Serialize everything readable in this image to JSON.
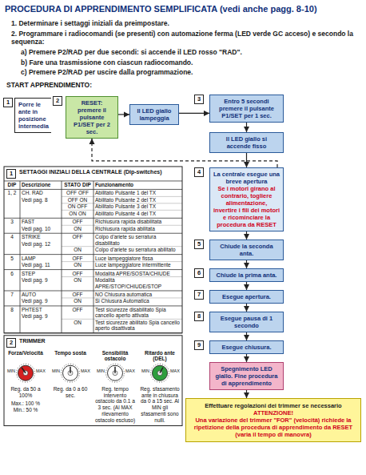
{
  "diagram": {
    "title": "PROCEDURA DI APPRENDIMENTO SEMPLIFICATA (vedi anche pagg. 8-10)",
    "nodes": [
      {
        "text": [
          "1",
          "Porre le ante in posizione intermedia"
        ]
      },
      {
        "text": [
          "2",
          "RESET: premere il pulsante P1/SET per 2 sec."
        ]
      },
      {
        "text": [
          "Il LED giallo lampeggia"
        ]
      },
      {
        "text": [
          "3",
          "Entro 5 secondi premere il pulsante P1/SET per 1 sec."
        ]
      },
      {
        "text": [
          "Il LED giallo si accende fisso"
        ]
      },
      {
        "text": [
          "4",
          "La centrale esegue una breve apertura",
          "Se i motori girano al contrario, togliere alimentazione, invertire i fili dei motori e ricominciare la procedura da RESET"
        ]
      },
      {
        "text": [
          "5",
          "Chiude la seconda anta."
        ]
      },
      {
        "text": [
          "6",
          "Chiude la prima anta."
        ]
      },
      {
        "text": [
          "7",
          "Esegue apertura."
        ]
      },
      {
        "text": [
          "8",
          "Esegue pausa di 1 secondo"
        ]
      },
      {
        "text": [
          "9",
          "Esegue chiusura."
        ]
      },
      {
        "text": [
          "Spegnimento LED giallo. Fine procedura di apprendimento"
        ]
      },
      {
        "text": [
          "Effettuare regolazioni dei trimmer se necessario",
          "ATTENZIONE!",
          "Una variazione del trimmer \"FOR\" (velocità) richiede la ripetizione della procedura di apprendimento da RESET (varia il tempo di manovra)"
        ]
      }
    ],
    "edges": [
      {
        "from": 1,
        "to": 2,
        "arrow": "to"
      },
      {
        "from": 2,
        "to": 3,
        "arrow": "to"
      },
      {
        "from": 3,
        "to": 4,
        "arrow": "to"
      },
      {
        "from": 4,
        "to": 5,
        "arrow": "to"
      },
      {
        "from": 5,
        "to": 6,
        "arrow": "to"
      },
      {
        "from": 6,
        "to": 7,
        "arrow": "to"
      },
      {
        "from": 7,
        "to": 8,
        "arrow": "to"
      },
      {
        "from": 8,
        "to": 9,
        "arrow": "to"
      },
      {
        "from": 9,
        "to": 10,
        "arrow": "to"
      },
      {
        "from": 10,
        "to": 11,
        "arrow": "to"
      },
      {
        "from": 11,
        "to": 12,
        "arrow": "to"
      },
      {
        "from": 5,
        "to": 1,
        "arrow": "to"
      }
    ],
    "labels": [
      "1. Determinare i settaggi iniziali da preimpostare.",
      "2. Programmare i radiocomandi (se presenti) con automazione ferma (LED verde GC acceso) e secondo la sequenza:",
      "a) Premere P2/RAD per due secondi: si accende il LED rosso \"RAD\".",
      "b) Fare una trasmissione con ciascun radiocomando.",
      "c) Premere P2/RAD per uscire dalla programmazione.",
      "START APPRENDIMENTO:",
      "1",
      "SETTAGGI INIZIALI DELLA CENTRALE (Dip-switches)",
      "DIP",
      "Descrizione",
      "STATO DIP",
      "Funzionamento",
      "1, 2",
      "CH. RAD",
      "OFF OFF",
      "Abilitato Pulsante 1 del TX",
      "OFF ON",
      "Abilitato Pulsante 2 del TX",
      "ON OFF",
      "Abilitato Pulsante 3 del TX",
      "ON ON",
      "Abilitato Pulsante 4 del TX",
      "Vedi pag. 8",
      "3",
      "FAST",
      "OFF",
      "Richiusura rapida disabilitata",
      "ON",
      "Richiusura rapida abilitata",
      "Vedi pag. 10",
      "4",
      "STRIKE",
      "OFF",
      "Colpo d'ariete su serratura disabilitato",
      "ON",
      "Colpo d'ariete su serratura abilitato",
      "Vedi pag. 12",
      "5",
      "LAMP",
      "OFF",
      "Luce lampeggiatore fissa",
      "ON",
      "Luce lampeggiatore intermittente",
      "Vedi pag. 11",
      "6",
      "STEP",
      "OFF",
      "Modalità APRE/SOSTA/CHIUDE",
      "ON",
      "Modalità APRE/STOP/CHIUDE/STOP",
      "Vedi pag. 9",
      "7",
      "AUTO",
      "OFF",
      "NO Chiusura automatica",
      "ON",
      "Si Chiusura Automatica",
      "Vedi pag. 9",
      "8",
      "PHTEST",
      "OFF",
      "Test sicurezze disabilitato Spia cancello aperto attivata",
      "ON",
      "Test sicurezze abilitato Spia cancello aperto disattivata",
      "Vedi pag. 9",
      "2",
      "TRIMMER",
      "Forza/Velocità",
      "Tempo sosta",
      "Sensibilità ostacolo",
      "Ritardo ante (DEL)",
      "MIN",
      "MAX",
      "MIN",
      "MAX",
      "MIN",
      "MAX",
      "MIN",
      "MAX",
      "Reg. da 50 a 100%",
      "Max.: 100 % Min.: 50 %",
      "Reg. da 0 a 60 sec.",
      "Reg. tempo intervento ostacolo da 0.1 a 3 sec. (Al MAX rilevamento ostacolo escluso)",
      "Reg. sfasamento ante in chiusura da 0 a 15 sec. Al MIN gli sfasamenti sono nulli."
    ]
  }
}
